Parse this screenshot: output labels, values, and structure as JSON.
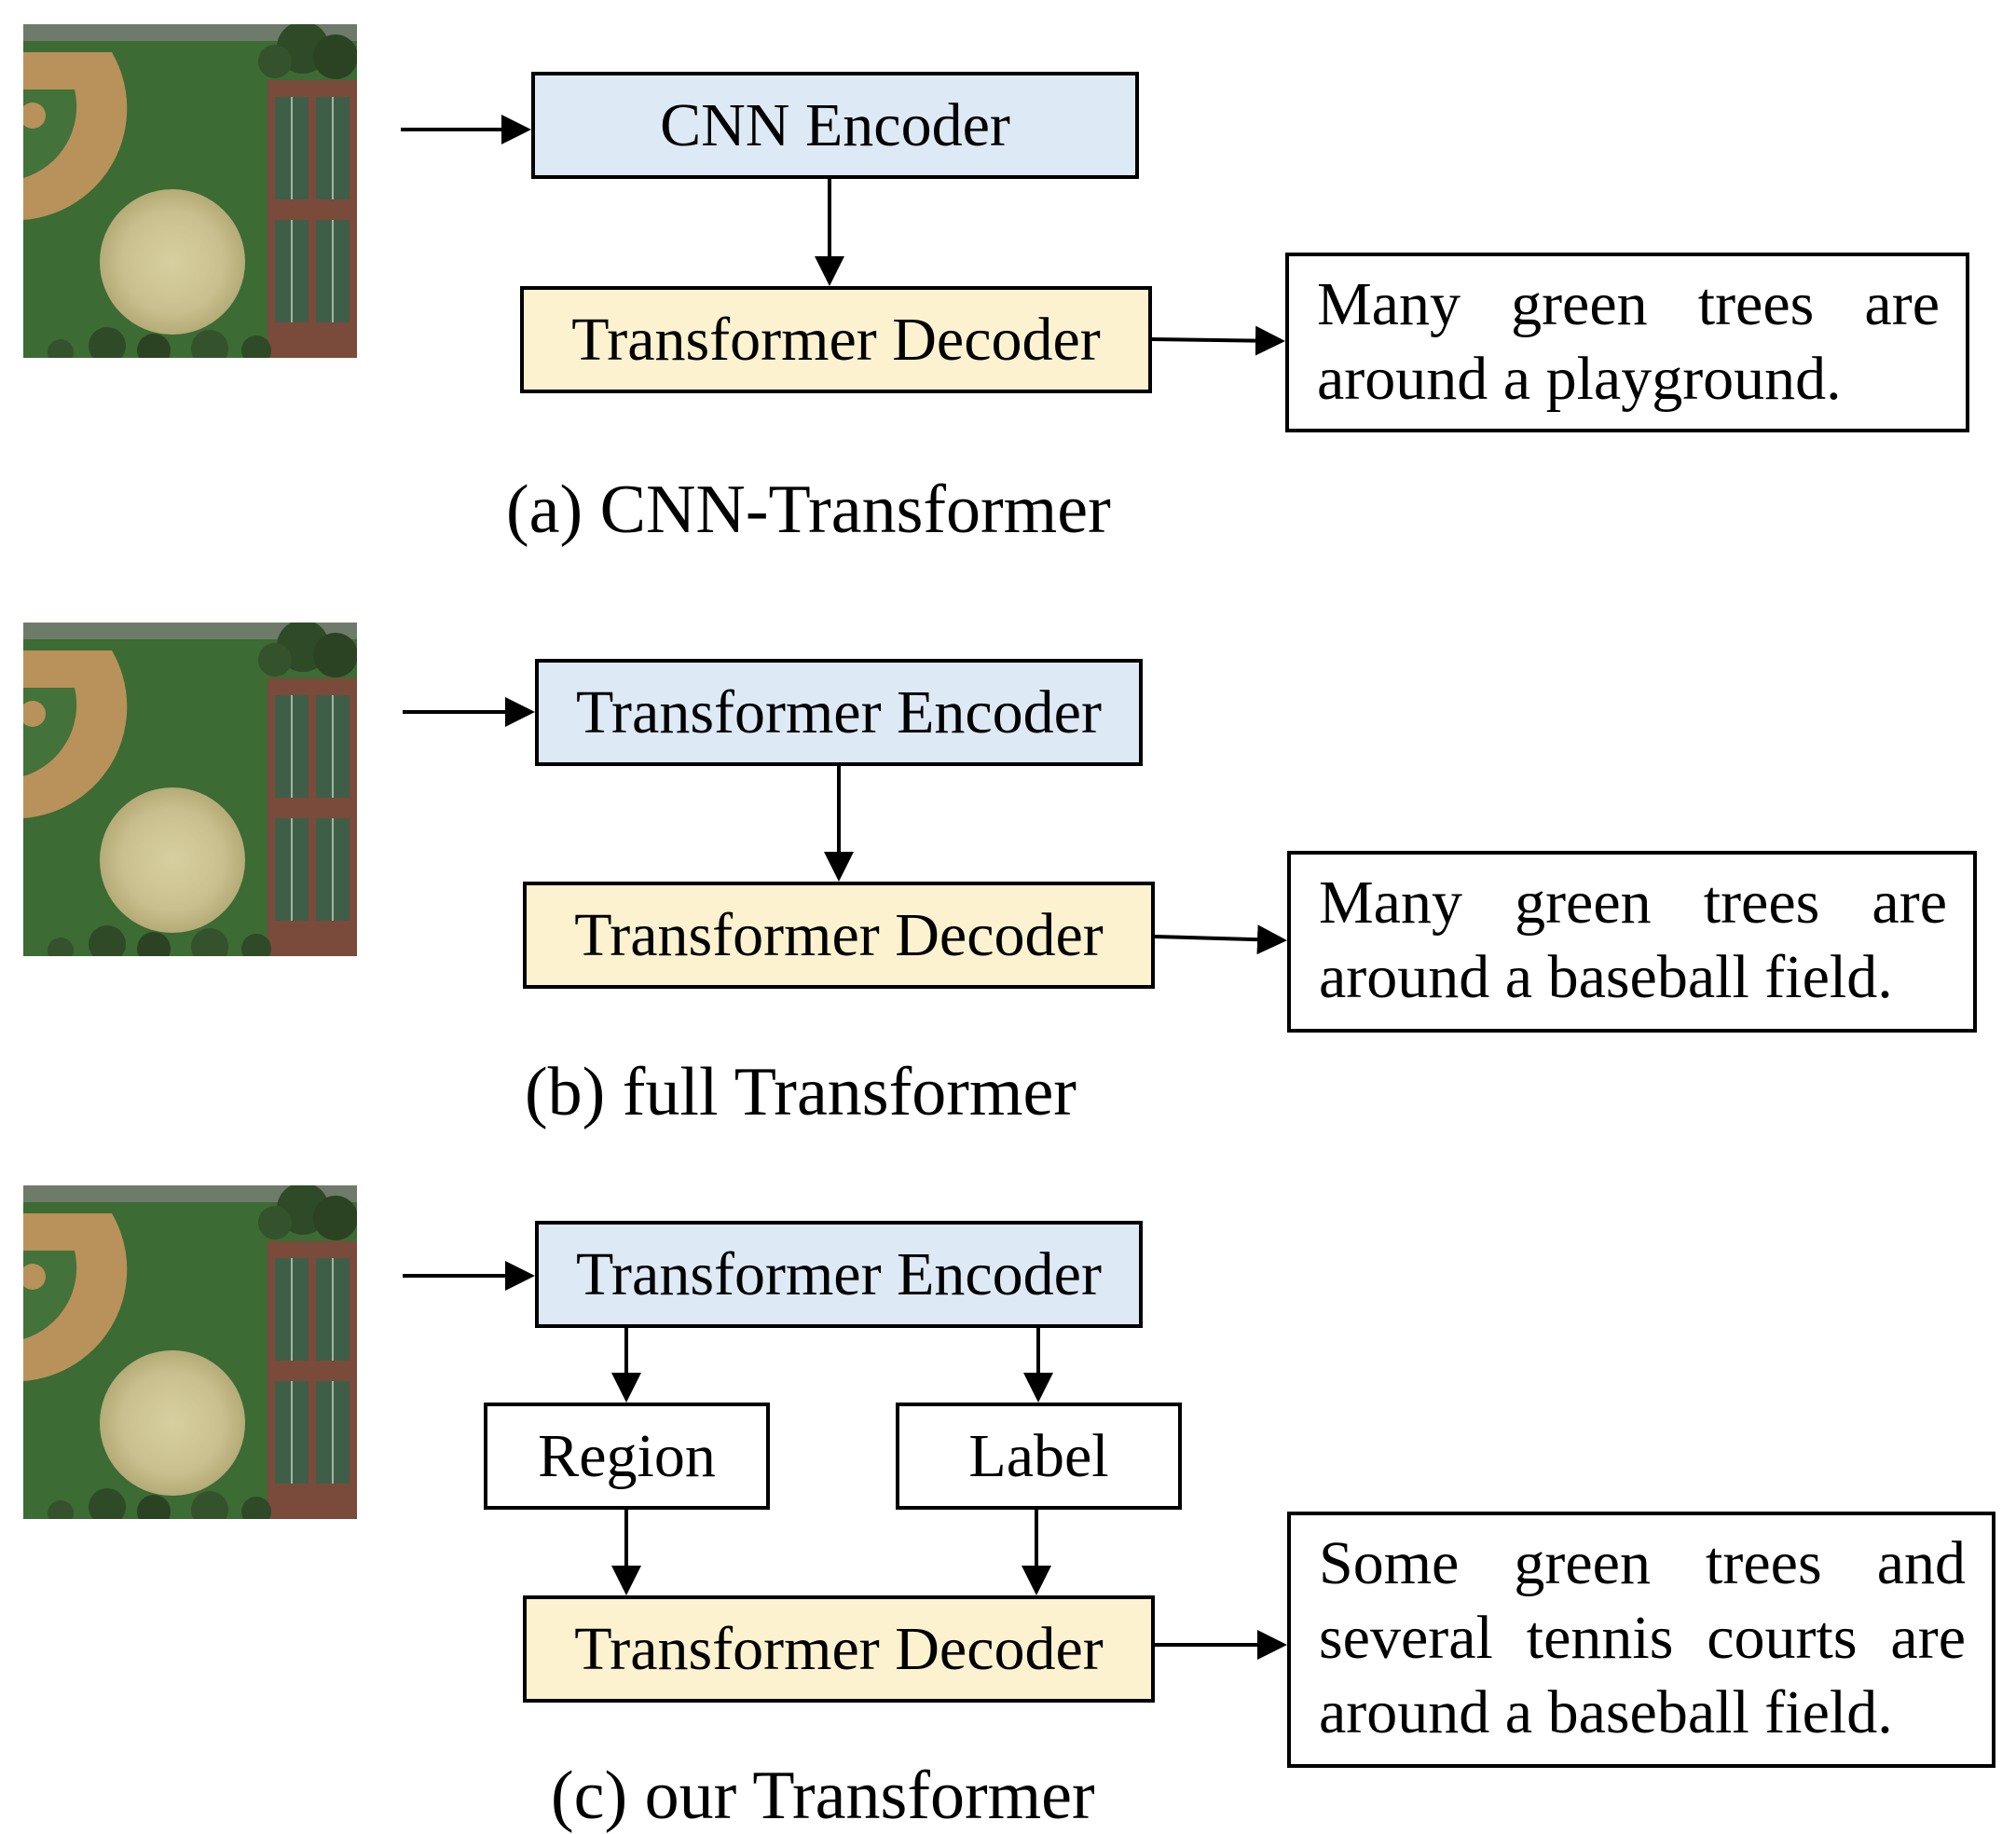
{
  "panels": [
    {
      "encoder": "CNN Encoder",
      "decoder": "Transformer Decoder",
      "output_lines": [
        "Many green trees are",
        "around a playground."
      ],
      "caption": "(a) CNN-Transformer"
    },
    {
      "encoder": "Transformer Encoder",
      "decoder": "Transformer Decoder",
      "output_lines": [
        "Many green trees are",
        "around a baseball field."
      ],
      "caption": "(b) full Transformer"
    },
    {
      "encoder": "Transformer Encoder",
      "region": "Region",
      "label": "Label",
      "decoder": "Transformer Decoder",
      "output_lines": [
        "Some green trees and",
        "several tennis courts are",
        "around a baseball field."
      ],
      "caption": "(c) our Transformer"
    }
  ],
  "colors": {
    "encoder_fill": "#dde9f5",
    "decoder_fill": "#fdf2d0",
    "stroke": "#000000"
  }
}
